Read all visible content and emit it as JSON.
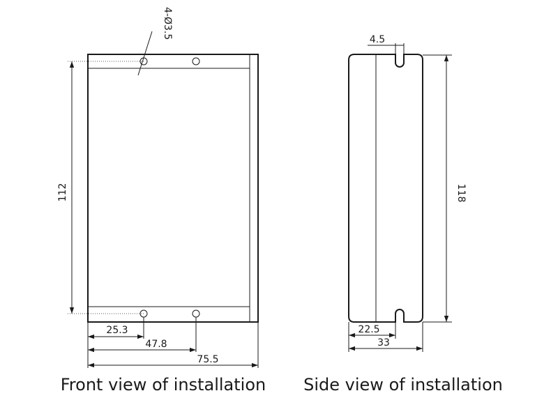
{
  "front_view": {
    "caption": "Front view of installation",
    "hole_spec": "4-Ø3.5",
    "height": "112",
    "hole_x1": "25.3",
    "hole_x2": "47.8",
    "width": "75.5"
  },
  "side_view": {
    "caption": "Side view of installation",
    "slot_width": "4.5",
    "height": "118",
    "inner_offset": "22.5",
    "depth": "33"
  },
  "colors": {
    "line": "#1a1a1a",
    "background": "#ffffff"
  }
}
